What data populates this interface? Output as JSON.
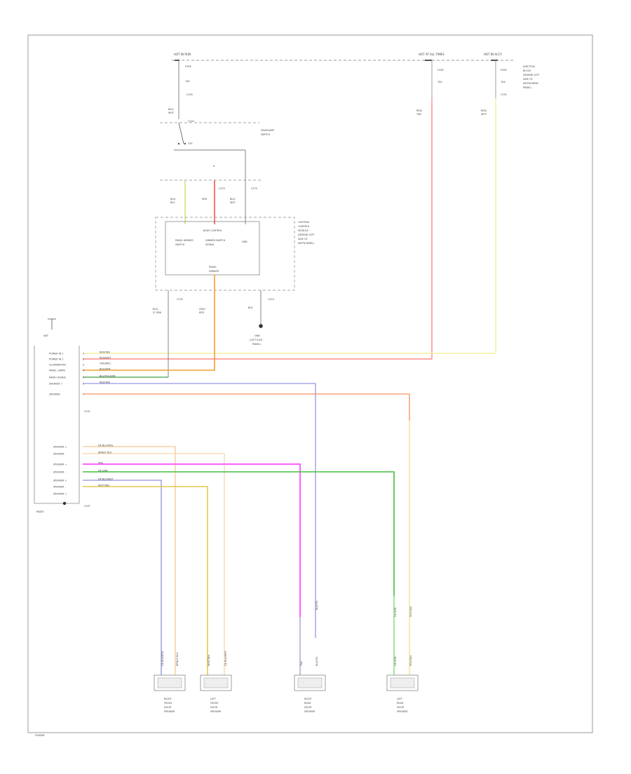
{
  "diagram": {
    "power_sources": [
      {
        "id": "hot_run",
        "label": "HOT IN RUN",
        "fuse": "FUSE",
        "amps": "15A"
      },
      {
        "id": "hot_times",
        "label": "HOT AT ALL TIMES",
        "fuse": "FUSE",
        "amps": "10A"
      },
      {
        "id": "hot_acc",
        "label": "HOT IN ACCY",
        "fuse": "FUSE",
        "amps": "10A"
      }
    ],
    "junction_block": [
      "JUNCTION",
      "BLOCK",
      "(BEHIND LEFT",
      "SIDE OF",
      "INSTRUMENT",
      "PANEL)"
    ],
    "connectors": [
      "C200",
      "C230",
      "C232",
      "C233",
      "C210",
      "C231"
    ],
    "switch_label": [
      "HEADLAMP",
      "SWITCH"
    ],
    "switch_state": "OFF",
    "module": {
      "label": [
        "LIGHTING",
        "CONTROL",
        "MODULE",
        "(BEHIND LEFT",
        "SIDE OF",
        "INSTR PANEL)"
      ],
      "top": "BODY CONTROL",
      "inner": [
        "PANEL DIMMER",
        "SWITCH",
        "DIMMER SWITCH",
        "SIGNAL"
      ],
      "gnd": "GND",
      "bottom": [
        "PANEL",
        "DIMMER"
      ]
    },
    "wires": [
      {
        "color": "#ff8c8c",
        "label": "RED/TAN",
        "pin": "8"
      },
      {
        "color": "#ff8c8c",
        "label": "RED/WHT",
        "pin": "7"
      },
      {
        "color": "#f0a030",
        "label": "ORG/RED",
        "pin": "6"
      },
      {
        "color": "#30a030",
        "label": "BLK/GRN",
        "pin": "13"
      },
      {
        "color": "#9090e8",
        "label": "BLU/YEL/GRN",
        "pin": "11"
      },
      {
        "color": "#f0904a",
        "label": "RED/TAN",
        "pin": "12"
      }
    ],
    "radio_pins_top": [
      "POWER IN 1",
      "POWER IN 2",
      "ILLUMINATION",
      "PANEL LAMPS",
      "RADIO SIGNAL",
      "SPEAKER +",
      "SPEAKER -"
    ],
    "radio_pins_bottom": [
      "SPEAKER +",
      "SPEAKER -",
      "SPEAKER +",
      "SPEAKER -",
      "SPEAKER +",
      "SPEAKER -",
      "SPEAKER +"
    ],
    "speaker_wires": [
      {
        "color": "#8f8fe0",
        "label": "DK BLU/ORG"
      },
      {
        "color": "#f5c890",
        "label": "BRN/LT BLU"
      },
      {
        "color": "#ff60ff",
        "label": "PNK"
      },
      {
        "color": "#40c040",
        "label": "DK GRN"
      },
      {
        "color": "#9090d0",
        "label": "DK BLU/WHT"
      },
      {
        "color": "#e8c84a",
        "label": "WHT/TAN"
      }
    ],
    "radio_label": "RADIO",
    "antenna": "ANT",
    "ground": [
      "GND",
      "(LEFT KICK",
      "PANEL)"
    ],
    "chassis": "C297",
    "speakers": [
      {
        "id": "rf",
        "label": [
          "RIGHT",
          "FRONT",
          "DOOR",
          "SPEAKER"
        ]
      },
      {
        "id": "lf",
        "label": [
          "LEFT",
          "FRONT",
          "DOOR",
          "SPEAKER"
        ]
      },
      {
        "id": "rr",
        "label": [
          "RIGHT",
          "REAR",
          "DOOR",
          "SPEAKER"
        ]
      },
      {
        "id": "lr",
        "label": [
          "LEFT",
          "REAR",
          "DOOR",
          "SPEAKER"
        ]
      }
    ],
    "footer": "G00008"
  }
}
